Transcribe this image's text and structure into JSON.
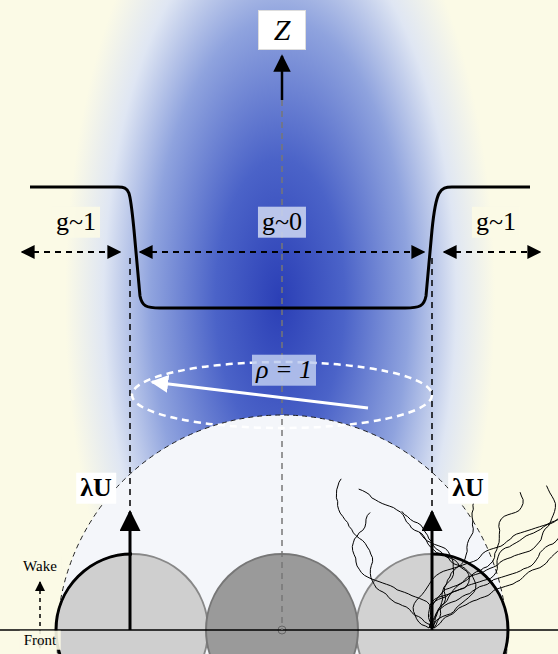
{
  "diagram": {
    "nodes": [
      {
        "text": [
          "Z"
        ]
      }
    ],
    "labels": [
      "g~1",
      "g~0",
      "g~1",
      "ρ = 1",
      "λU",
      "λU",
      "Wake",
      "Front"
    ]
  }
}
